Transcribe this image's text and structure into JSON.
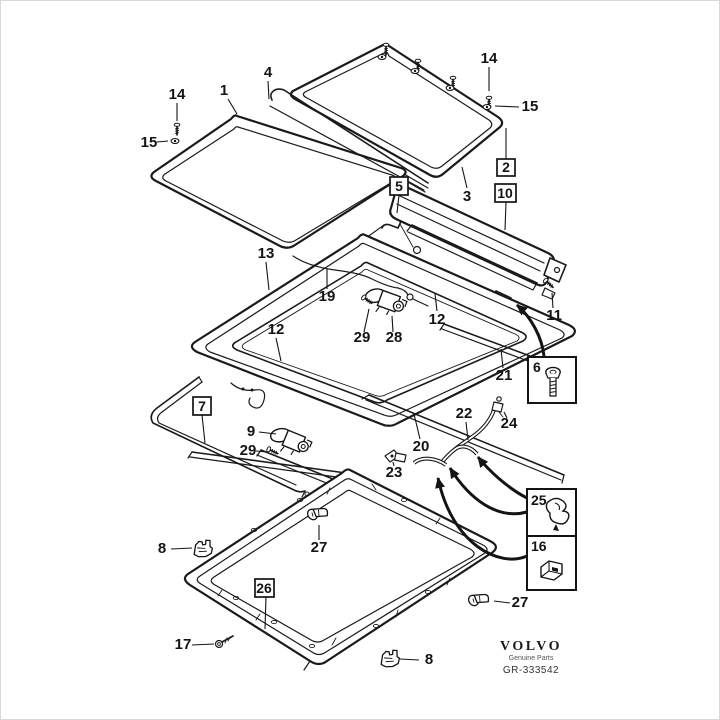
{
  "labels": {
    "p1": "1",
    "p2": "2",
    "p3": "3",
    "p4": "4",
    "p5": "5",
    "p6": "6",
    "p7": "7",
    "p8": "8",
    "p9": "9",
    "p10": "10",
    "p11": "11",
    "p12": "12",
    "p13": "13",
    "p14": "14",
    "p15": "15",
    "p16": "16",
    "p17": "17",
    "p19": "19",
    "p20": "20",
    "p21": "21",
    "p22": "22",
    "p23": "23",
    "p24": "24",
    "p25": "25",
    "p26": "26",
    "p27": "27",
    "p28": "28",
    "p29": "29"
  },
  "boxed_labels": [
    "2",
    "5",
    "6",
    "7",
    "10",
    "16",
    "25",
    "26"
  ],
  "branding": {
    "name": "VOLVO",
    "tagline": "Genuine Parts",
    "drawing_number": "GR-333542"
  },
  "colors": {
    "line": "#1a1a1a",
    "background": "#ffffff",
    "border": "#d8d8d8"
  }
}
